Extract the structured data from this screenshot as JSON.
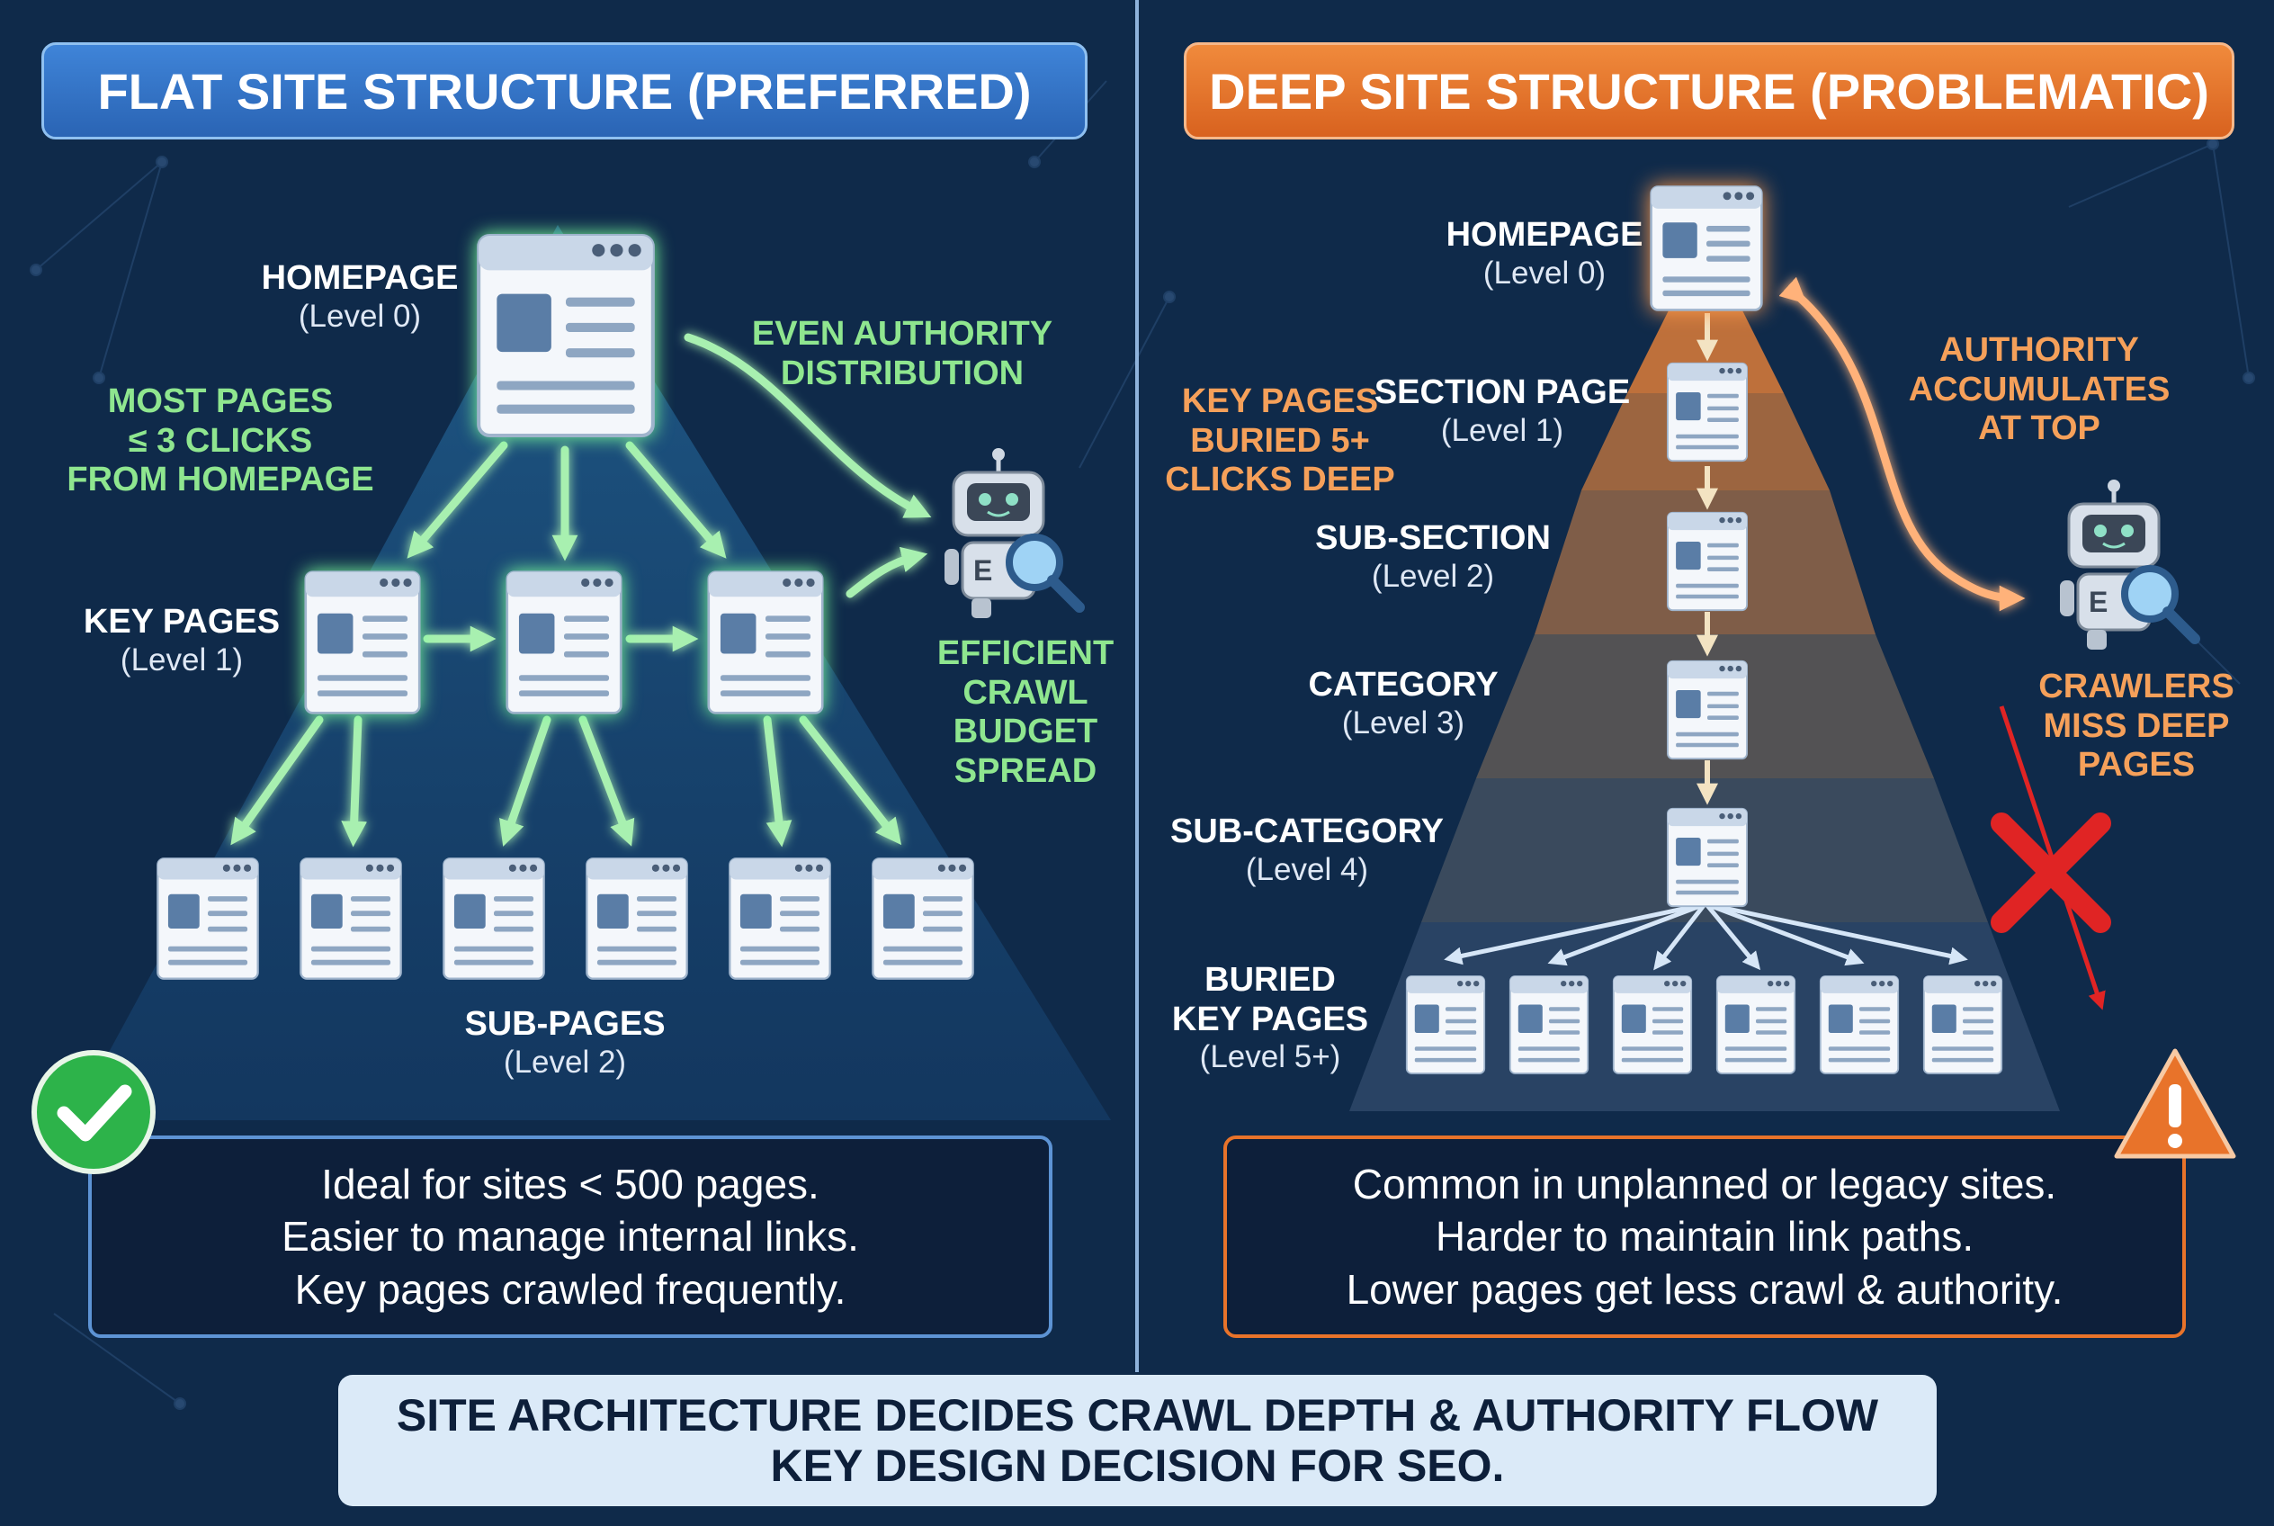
{
  "left": {
    "title": "FLAT SITE STRUCTURE (PREFERRED)",
    "homepage": {
      "title": "HOMEPAGE",
      "level": "(Level 0)"
    },
    "most_pages": "MOST PAGES\n≤ 3 CLICKS\nFROM HOMEPAGE",
    "even_authority": "EVEN AUTHORITY\nDISTRIBUTION",
    "key_pages": {
      "title": "KEY PAGES",
      "level": "(Level 1)"
    },
    "efficient_crawl": "EFFICIENT\nCRAWL\nBUDGET\nSPREAD",
    "sub_pages": {
      "title": "SUB-PAGES",
      "level": "(Level 2)"
    },
    "note_lines": [
      "Ideal for sites < 500 pages.",
      "Easier to manage internal links.",
      "Key pages crawled frequently."
    ]
  },
  "right": {
    "title": "DEEP SITE STRUCTURE (PROBLEMATIC)",
    "homepage": {
      "title": "HOMEPAGE",
      "level": "(Level 0)"
    },
    "section_page": {
      "title": "SECTION PAGE",
      "level": "(Level 1)"
    },
    "key_buried": "KEY PAGES\nBURIED 5+\nCLICKS DEEP",
    "authority": "AUTHORITY\nACCUMULATES\nAT TOP",
    "sub_section": {
      "title": "SUB-SECTION",
      "level": "(Level 2)"
    },
    "category": {
      "title": "CATEGORY",
      "level": "(Level 3)"
    },
    "crawlers_miss": "CRAWLERS\nMISS DEEP\nPAGES",
    "sub_category": {
      "title": "SUB-CATEGORY",
      "level": "(Level 4)"
    },
    "buried": {
      "title": "BURIED\nKEY PAGES",
      "level": "(Level 5+)"
    },
    "note_lines": [
      "Common in unplanned or legacy sites.",
      "Harder to maintain link paths.",
      "Lower pages get less crawl & authority."
    ]
  },
  "banner_lines": [
    "SITE ARCHITECTURE DECIDES CRAWL DEPTH & AUTHORITY FLOW",
    "KEY DESIGN DECISION FOR SEO."
  ],
  "colors": {
    "background": "#0f2a4a",
    "flat_accent": "#3a7bd5",
    "deep_accent": "#e8732a",
    "good_green": "#8fe68f",
    "warn_orange": "#f5a05a",
    "arrow_green": "#a8f0b0",
    "arrow_orange": "#ffb27a",
    "check_green": "#2db34a",
    "cross_red": "#e02424"
  },
  "icons": [
    "webpage-icon",
    "robot-icon",
    "magnifier-icon",
    "checkmark-icon",
    "red-cross-icon",
    "warning-icon"
  ]
}
